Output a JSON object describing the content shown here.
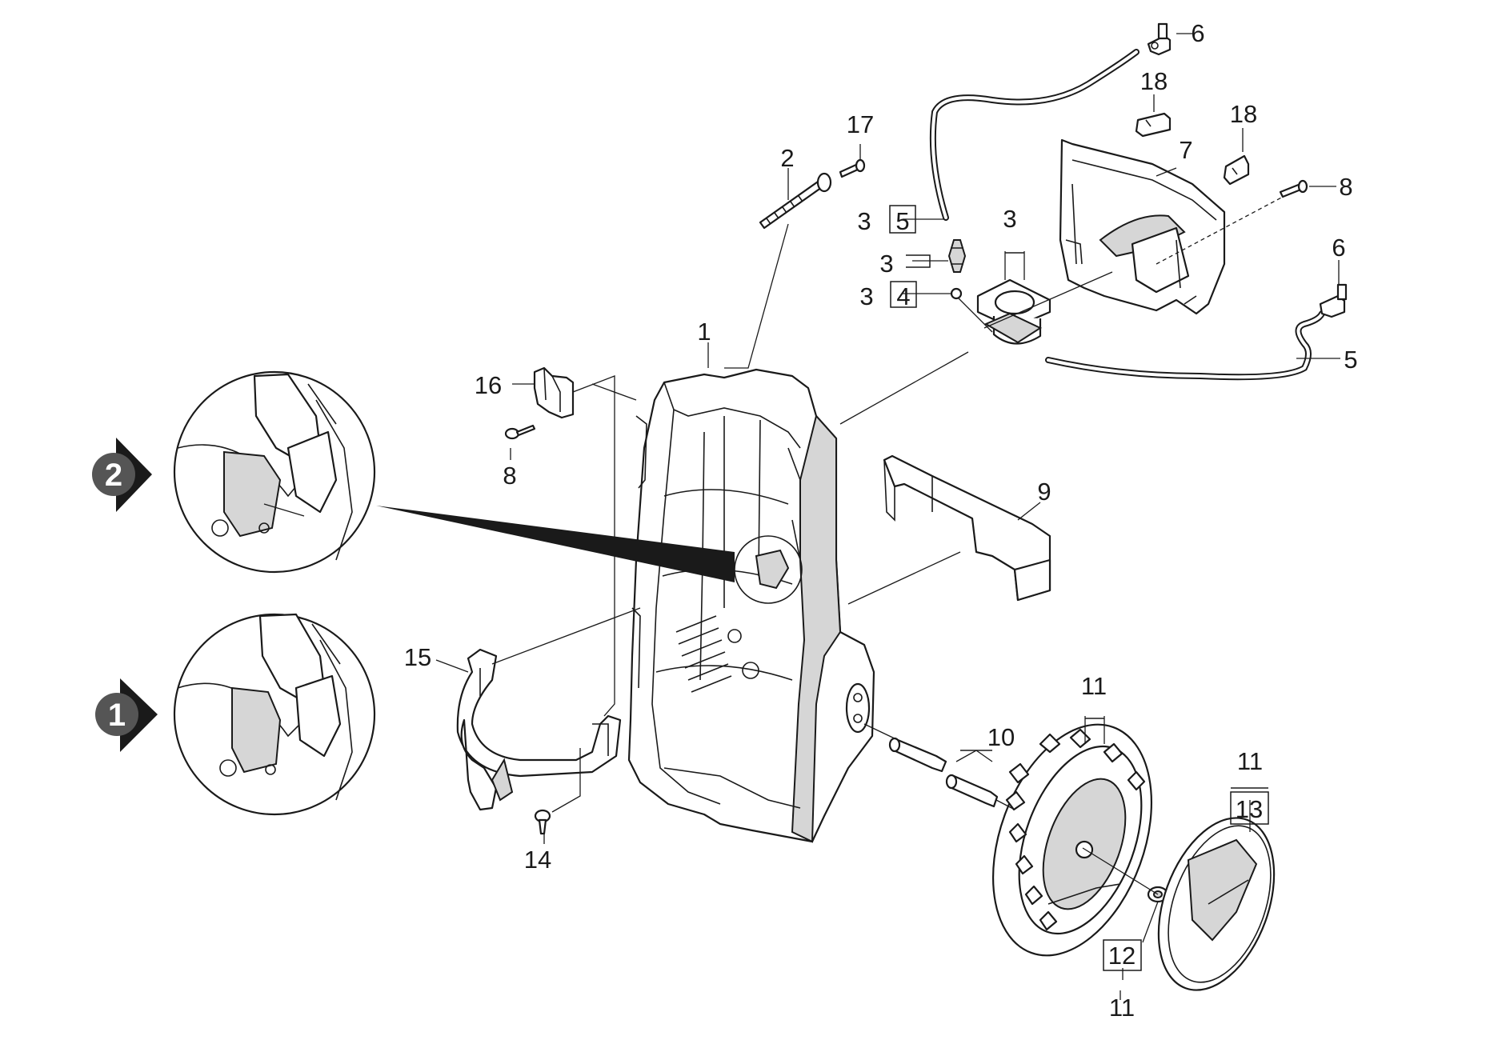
{
  "callouts": {
    "c1": "1",
    "c2": "2",
    "c3a": "3",
    "c5a": "5",
    "c3b": "3",
    "c3c": "3",
    "c4": "4",
    "c3d": "3",
    "c5b": "5",
    "c6a": "6",
    "c6b": "6",
    "c7": "7",
    "c8a": "8",
    "c8b": "8",
    "c9": "9",
    "c10": "10",
    "c11a": "11",
    "c11b": "11",
    "c11c": "11",
    "c12": "12",
    "c13": "13",
    "c14": "14",
    "c15": "15",
    "c16": "16",
    "c17": "17",
    "c18a": "18",
    "c18b": "18"
  },
  "variant_badges": {
    "top": "2",
    "bottom": "1"
  },
  "colors": {
    "line": "#1a1a1a",
    "badge": "#555555",
    "background": "#ffffff"
  },
  "parts": [
    "main-housing",
    "screw",
    "nozzle-insert",
    "o-ring",
    "hose",
    "hose-connector",
    "rear-cover",
    "screw-small",
    "front-cover",
    "axle",
    "wheel",
    "washer",
    "hubcap",
    "screw-short",
    "hose-holder",
    "clip-bracket",
    "pin",
    "clip"
  ]
}
